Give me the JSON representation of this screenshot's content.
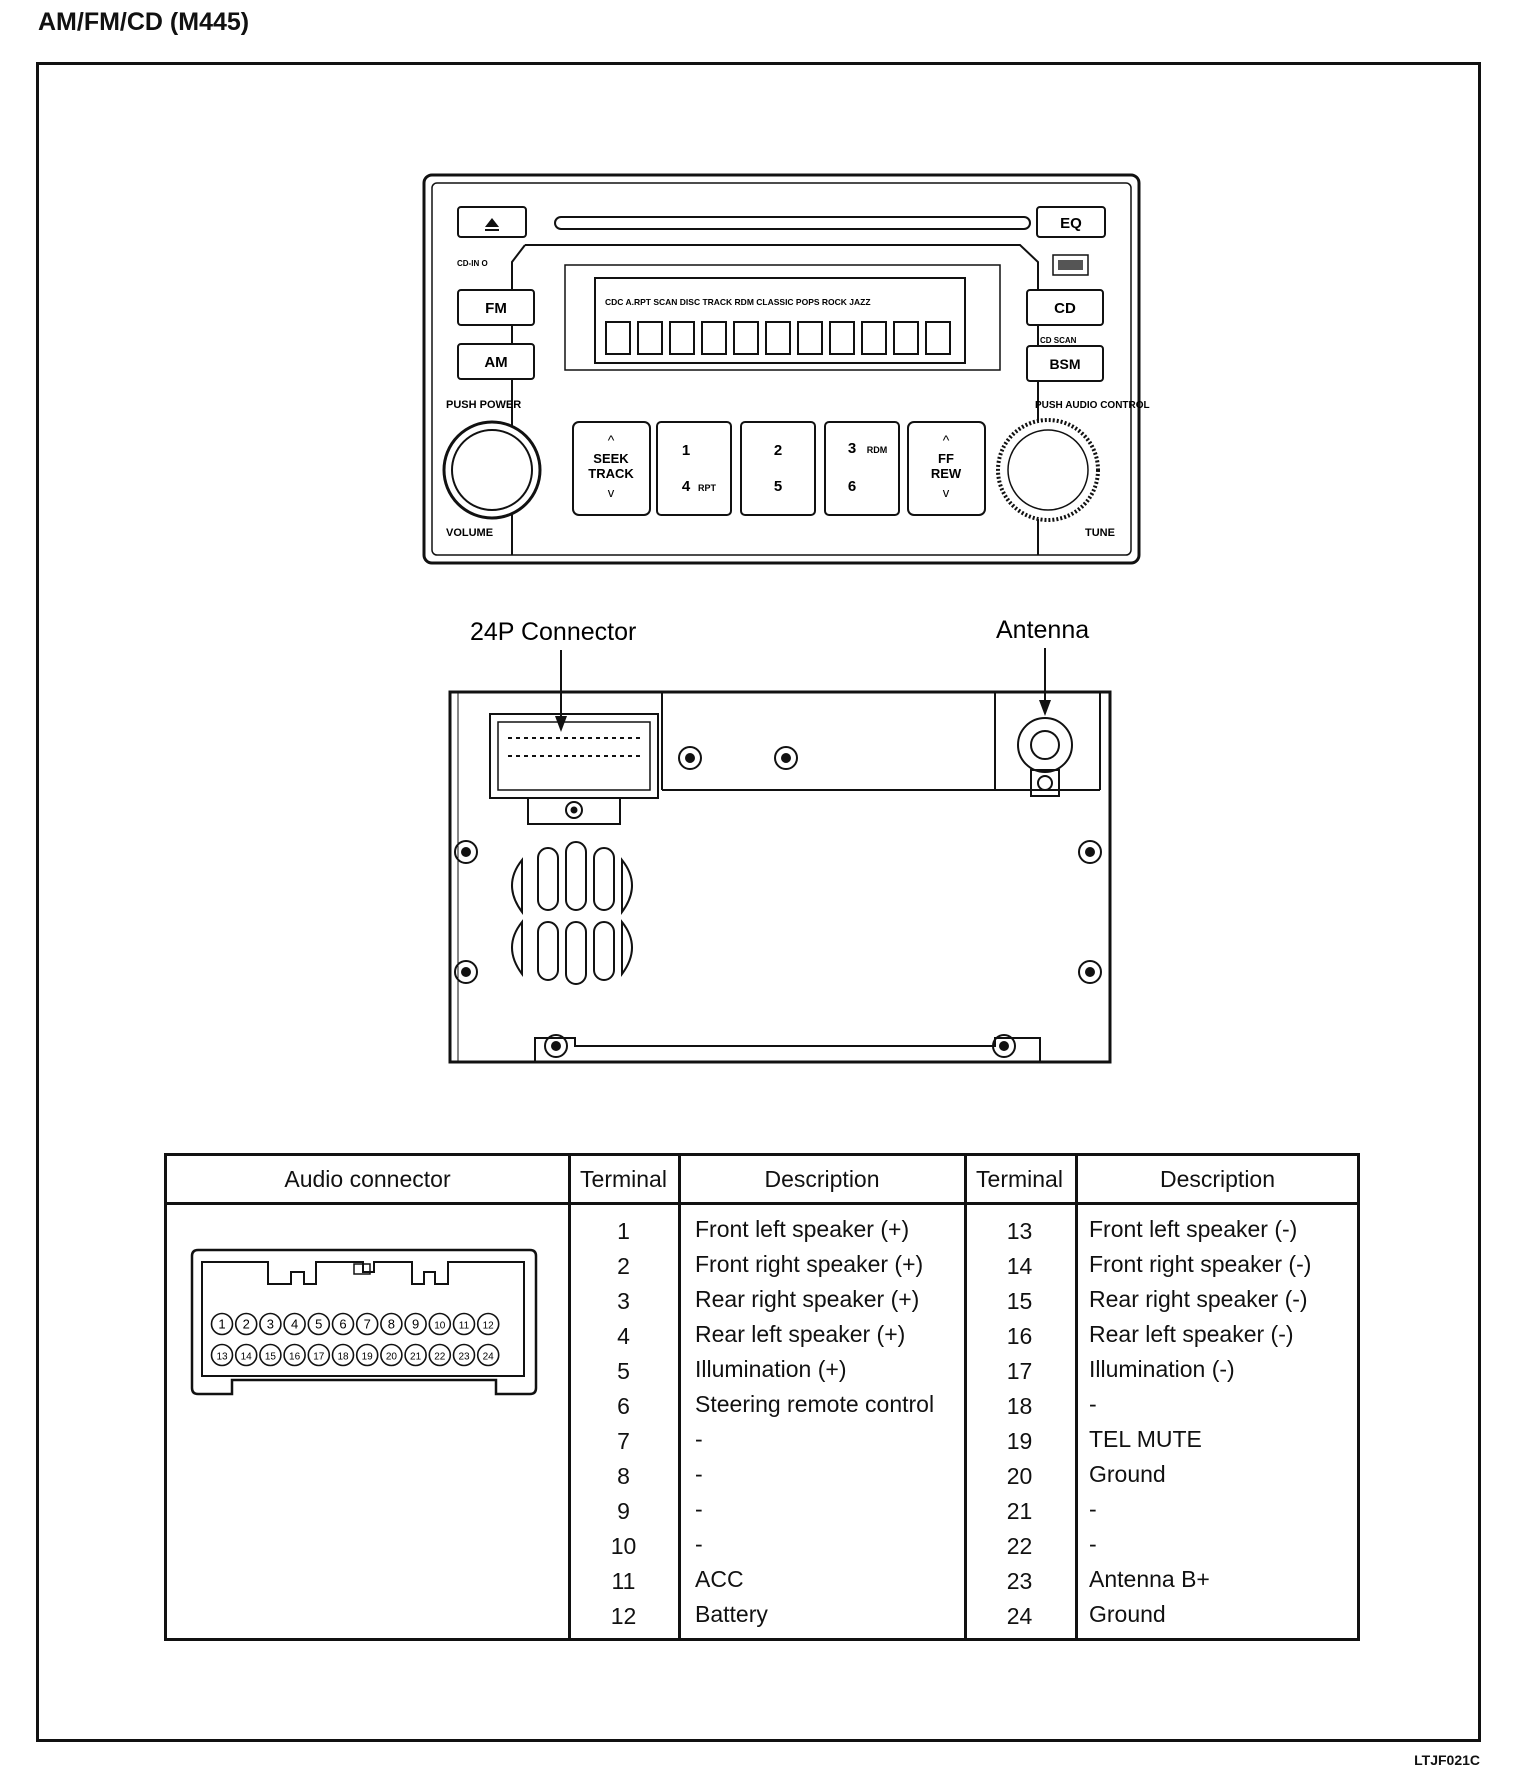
{
  "page": {
    "title": "AM/FM/CD  (M445)",
    "doc_code": "LTJF021C"
  },
  "radio_front": {
    "eject_icon": "eject-icon",
    "eq_label": "EQ",
    "fm_label": "FM",
    "am_label": "AM",
    "cd_label": "CD",
    "bsm_label": "BSM",
    "cd_scan_label": "CD SCAN",
    "push_power_label": "PUSH POWER",
    "volume_label": "VOLUME",
    "push_audio_label": "PUSH AUDIO CONTROL",
    "tune_label": "TUNE",
    "seek_label": "SEEK",
    "track_label": "TRACK",
    "preset_1": "1",
    "preset_4": "4",
    "rpt_label": "RPT",
    "preset_2": "2",
    "preset_5": "5",
    "preset_3": "3",
    "rdm_label": "RDM",
    "preset_6": "6",
    "ff_label": "FF",
    "rew_label": "REW",
    "display_top": "CDC A.RPT SCAN DISC   TRACK RDM CLASSIC POPS ROCK JAZZ"
  },
  "radio_rear": {
    "connector_label": "24P Connector",
    "antenna_label": "Antenna"
  },
  "table": {
    "headers": {
      "audio_connector": "Audio connector",
      "terminal_a": "Terminal",
      "description_a": "Description",
      "terminal_b": "Terminal",
      "description_b": "Description"
    },
    "connector_pins_row1": [
      "1",
      "2",
      "3",
      "4",
      "5",
      "6",
      "7",
      "8",
      "9",
      "10",
      "11",
      "12"
    ],
    "connector_pins_row2": [
      "13",
      "14",
      "15",
      "16",
      "17",
      "18",
      "19",
      "20",
      "21",
      "22",
      "23",
      "24"
    ],
    "rows_left": [
      {
        "terminal": "1",
        "description": "Front left speaker (+)"
      },
      {
        "terminal": "2",
        "description": "Front right speaker (+)"
      },
      {
        "terminal": "3",
        "description": "Rear right speaker (+)"
      },
      {
        "terminal": "4",
        "description": "Rear left speaker (+)"
      },
      {
        "terminal": "5",
        "description": "Illumination (+)"
      },
      {
        "terminal": "6",
        "description": "Steering remote control"
      },
      {
        "terminal": "7",
        "description": "-"
      },
      {
        "terminal": "8",
        "description": "-"
      },
      {
        "terminal": "9",
        "description": "-"
      },
      {
        "terminal": "10",
        "description": "-"
      },
      {
        "terminal": "11",
        "description": "ACC"
      },
      {
        "terminal": "12",
        "description": "Battery"
      }
    ],
    "rows_right": [
      {
        "terminal": "13",
        "description": "Front left speaker (-)"
      },
      {
        "terminal": "14",
        "description": "Front right speaker (-)"
      },
      {
        "terminal": "15",
        "description": "Rear right speaker (-)"
      },
      {
        "terminal": "16",
        "description": "Rear left speaker (-)"
      },
      {
        "terminal": "17",
        "description": "Illumination (-)"
      },
      {
        "terminal": "18",
        "description": "-"
      },
      {
        "terminal": "19",
        "description": "TEL MUTE"
      },
      {
        "terminal": "20",
        "description": "Ground"
      },
      {
        "terminal": "21",
        "description": "-"
      },
      {
        "terminal": "22",
        "description": "-"
      },
      {
        "terminal": "23",
        "description": "Antenna B+"
      },
      {
        "terminal": "24",
        "description": "Ground"
      }
    ]
  }
}
